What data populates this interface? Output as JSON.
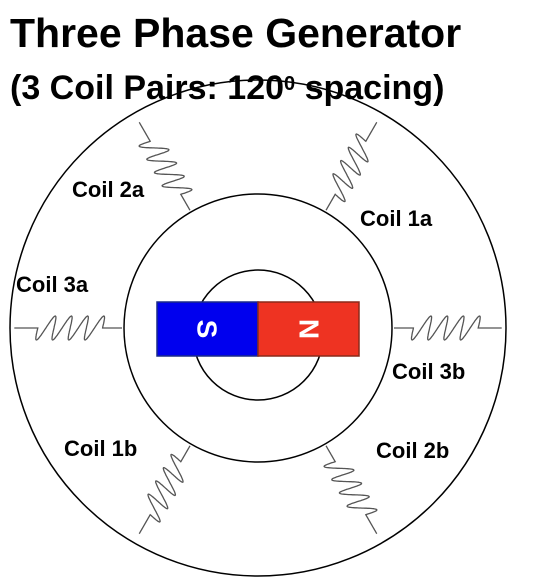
{
  "title": "Three Phase Generator",
  "subtitle": {
    "before": "(3 Coil Pairs: 120",
    "sup": "0",
    "after": " spacing)"
  },
  "colors": {
    "south": "#0000ee",
    "north": "#ee3322",
    "line": "#000000",
    "coil": "#555555"
  },
  "magnet": {
    "south_label": "S",
    "north_label": "N"
  },
  "coils": {
    "coil_2a": "Coil 2a",
    "coil_1a": "Coil 1a",
    "coil_3a": "Coil 3a",
    "coil_3b": "Coil 3b",
    "coil_1b": "Coil 1b",
    "coil_2b": "Coil 2b"
  }
}
